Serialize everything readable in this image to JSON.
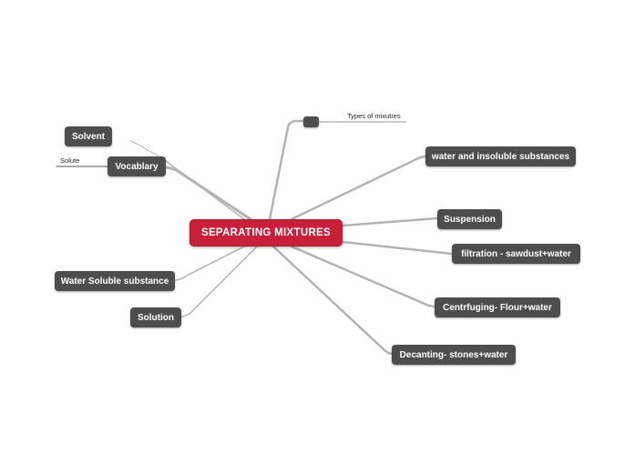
{
  "central": {
    "label": "SEPARATING MIXTURES"
  },
  "left": {
    "solvent": "Solvent",
    "vocabulary": "Vocablary",
    "solute": "Solute",
    "water_soluble": "Water Soluble substance",
    "solution": "Solution"
  },
  "right": {
    "types_label": "Types of mixutres",
    "water_insoluble": "water and insoluble substances",
    "suspension": "Suspension",
    "filtration": "filtration - sawdust+water",
    "centrifuging": "Centrfuging- Flour+water",
    "decanting": "Decanting- stones+water"
  },
  "colors": {
    "central": "#c8203a",
    "node": "#4d4d4d",
    "connector": "#b3b3b3"
  }
}
